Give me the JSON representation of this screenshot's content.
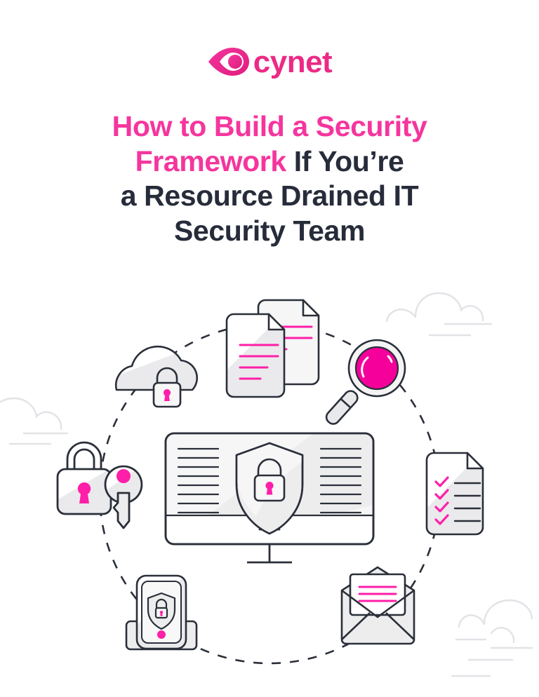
{
  "page": {
    "background_color": "#ffffff",
    "kind": "ebook-cover"
  },
  "brand": {
    "name": "cynet",
    "logo_icon": "cynet-eye-logo",
    "pink": "#EC2A86",
    "pink_bright": "#F5359E",
    "magenta": "#F5009B",
    "dark": "#272C3A",
    "gray_fill": "#EDEDEE",
    "gray_line": "#DCDDE1"
  },
  "title": {
    "line1_pink": "How to Build a Security",
    "line2_pink": "Framework",
    "line2_dark": " If You’re",
    "line3_dark": "a Resource Drained IT",
    "line4_dark": "Security Team",
    "full_text": "How to Build a Security Framework If You’re a Resource Drained IT Security Team"
  },
  "illustration": {
    "name": "security-framework-diagram",
    "center_icon": "desktop-monitor-shield-lock-icon",
    "connector": "dashed-circle",
    "orbit_icons": [
      {
        "name": "documents-icon",
        "label": "Documents",
        "position": "top"
      },
      {
        "name": "magnifier-icon",
        "label": "Magnifying Glass",
        "position": "top-right"
      },
      {
        "name": "checklist-icon",
        "label": "Checklist",
        "position": "right"
      },
      {
        "name": "envelope-mail-icon",
        "label": "Open Envelope",
        "position": "bottom-right"
      },
      {
        "name": "tablet-shield-icon",
        "label": "Tablet Shield",
        "position": "bottom-left"
      },
      {
        "name": "padlock-key-icon",
        "label": "Padlock and Key",
        "position": "left"
      },
      {
        "name": "cloud-lock-icon",
        "label": "Cloud Lock",
        "position": "top-left"
      }
    ],
    "background_icons": [
      {
        "name": "cloud-decor-top-right-icon",
        "position": "top-right"
      },
      {
        "name": "cloud-decor-left-icon",
        "position": "mid-left"
      },
      {
        "name": "cloud-decor-bottom-right-icon",
        "position": "bottom-right"
      }
    ],
    "monitor_text_lines_left": 8,
    "monitor_text_lines_right": 8,
    "checklist_items": 4,
    "envelope_letter_lines": 3,
    "document_front_lines": 4,
    "document_back_lines": 3
  }
}
